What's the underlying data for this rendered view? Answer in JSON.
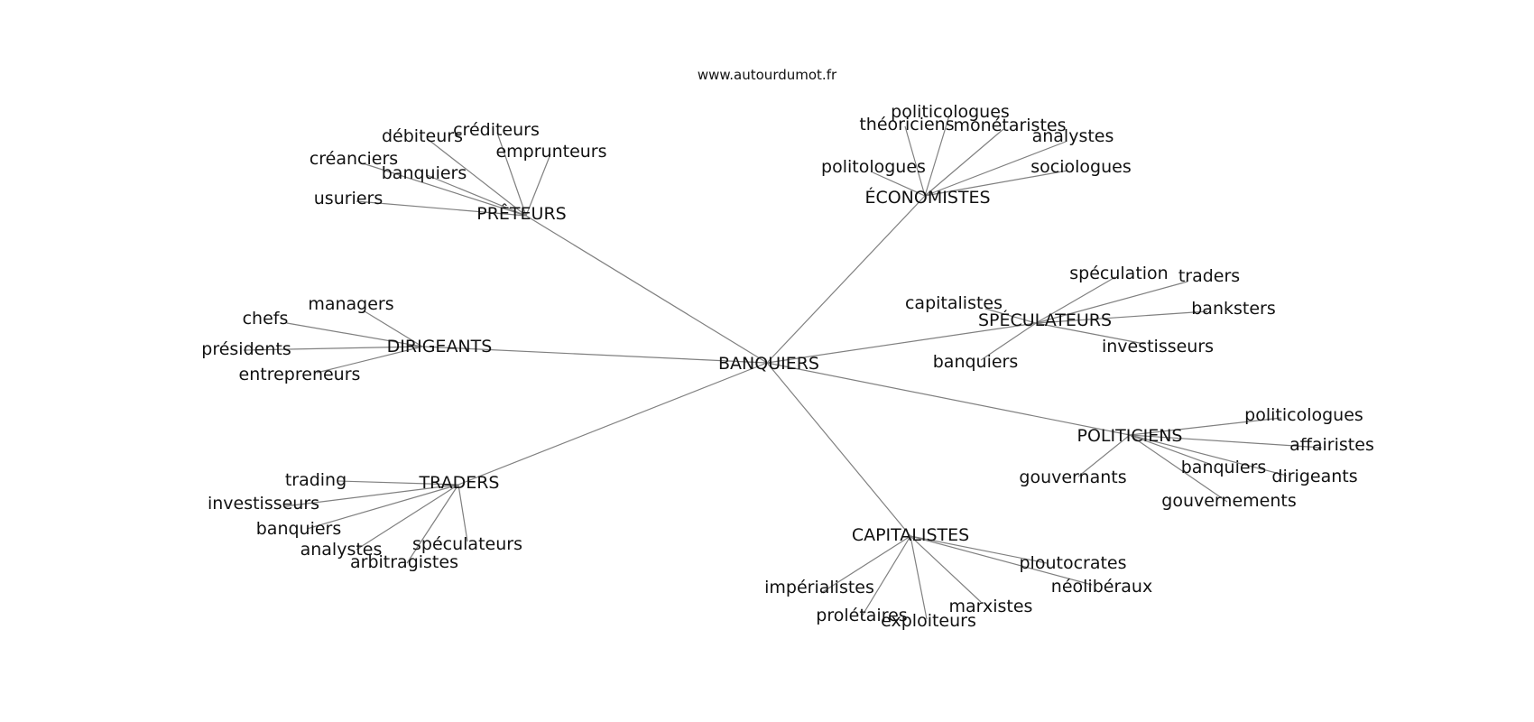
{
  "site": "www.autourdumot.fr",
  "root": "BANQUIERS",
  "groups": [
    {
      "label": "PRÊTEURS",
      "words": [
        "usuriers",
        "créanciers",
        "débiteurs",
        "banquiers",
        "créditeurs",
        "emprunteurs"
      ]
    },
    {
      "label": "ÉCONOMISTES",
      "words": [
        "théoriciens",
        "politicologues",
        "monétaristes",
        "analystes",
        "politologues",
        "sociologues"
      ]
    },
    {
      "label": "SPÉCULATEURS",
      "words": [
        "capitalistes",
        "spéculation",
        "traders",
        "banksters",
        "banquiers",
        "investisseurs"
      ]
    },
    {
      "label": "DIRIGEANTS",
      "words": [
        "managers",
        "chefs",
        "présidents",
        "entrepreneurs"
      ]
    },
    {
      "label": "POLITICIENS",
      "words": [
        "politicologues",
        "affairistes",
        "banquiers",
        "dirigeants",
        "gouvernants",
        "gouvernements"
      ]
    },
    {
      "label": "TRADERS",
      "words": [
        "trading",
        "investisseurs",
        "banquiers",
        "analystes",
        "arbitragistes",
        "spéculateurs"
      ]
    },
    {
      "label": "CAPITALISTES",
      "words": [
        "impérialistes",
        "prolétaires",
        "exploiteurs",
        "marxistes",
        "ploutocrates",
        "néolibéraux"
      ]
    }
  ]
}
